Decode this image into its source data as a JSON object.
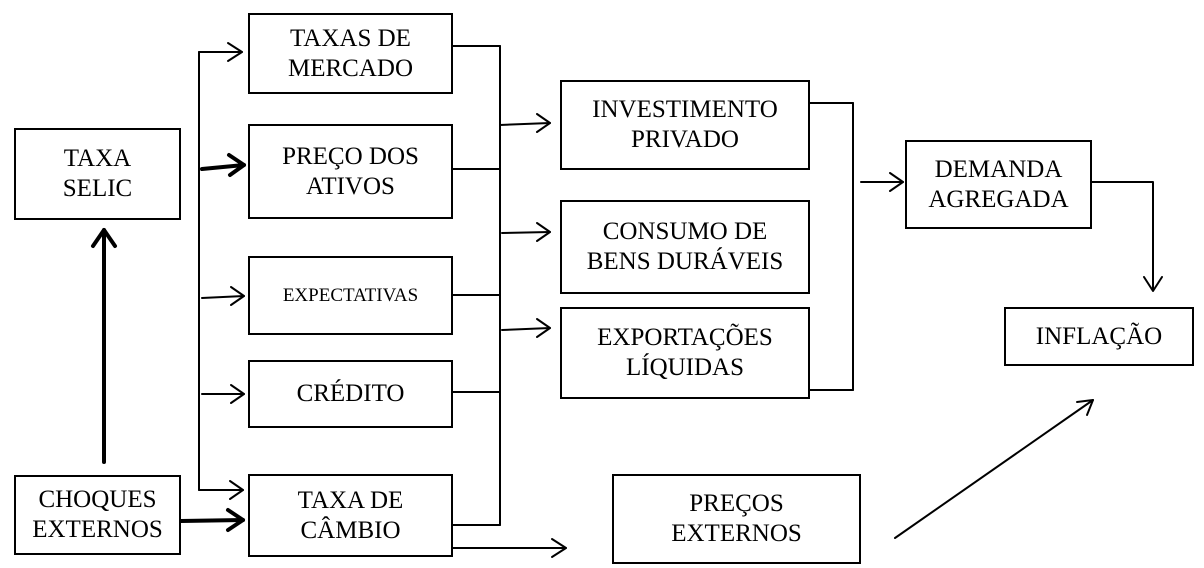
{
  "nodes": {
    "taxa_selic": "TAXA\nSELIC",
    "choques_externos": "CHOQUES\nEXTERNOS",
    "taxas_mercado": "TAXAS DE\nMERCADO",
    "preco_ativos": "PREÇO DOS\nATIVOS",
    "expectativas": "EXPECTATIVAS",
    "credito": "CRÉDITO",
    "taxa_cambio": "TAXA DE\nCÂMBIO",
    "investimento_privado": "INVESTIMENTO\nPRIVADO",
    "consumo_bens_duraveis": "CONSUMO DE\nBENS DURÁVEIS",
    "exportacoes_liquidas": "EXPORTAÇÕES\nLÍQUIDAS",
    "precos_externos": "PREÇOS\nEXTERNOS",
    "demanda_agregada": "DEMANDA\nAGREGADA",
    "inflacao": "INFLAÇÃO"
  }
}
